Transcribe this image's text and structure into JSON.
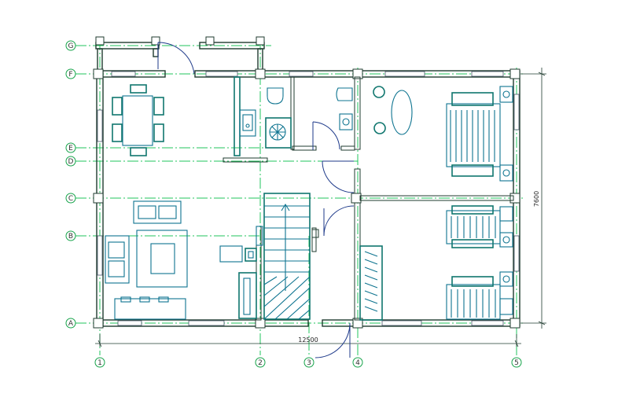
{
  "axes": {
    "rows": [
      "G",
      "F",
      "E",
      "D",
      "C",
      "B",
      "A"
    ],
    "cols": [
      "1",
      "2",
      "3",
      "4",
      "5"
    ]
  },
  "dimensions": {
    "overall_width": "12500",
    "overall_depth": "7600"
  },
  "colors": {
    "walls": "#1f3b2f",
    "grid_lines": "#22c55e",
    "furniture": "#0e7490",
    "doors": "#1e3a8a"
  }
}
